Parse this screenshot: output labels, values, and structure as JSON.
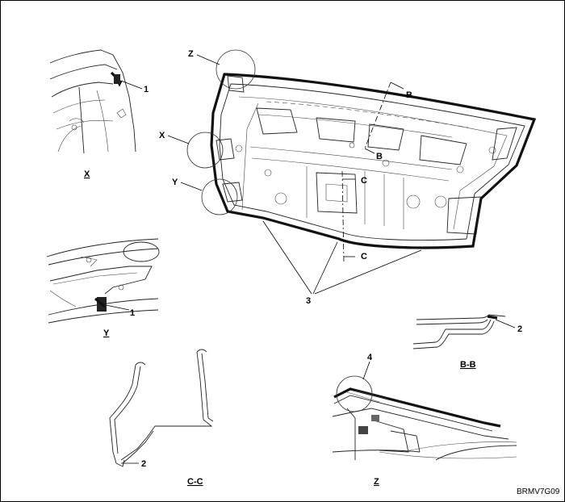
{
  "callouts": {
    "z": "Z",
    "x": "X",
    "y": "Y",
    "b_top": "B",
    "b_bottom": "B",
    "c_top": "C",
    "c_bottom": "C",
    "part1_x": "1",
    "part1_y": "1",
    "part2_bb": "2",
    "part2_cc": "2",
    "part3": "3",
    "part4": "4"
  },
  "captions": {
    "x": "X",
    "y": "Y",
    "bb": "B-B",
    "cc": "C-C",
    "z": "Z"
  },
  "figure_code": "BRMV7G09"
}
